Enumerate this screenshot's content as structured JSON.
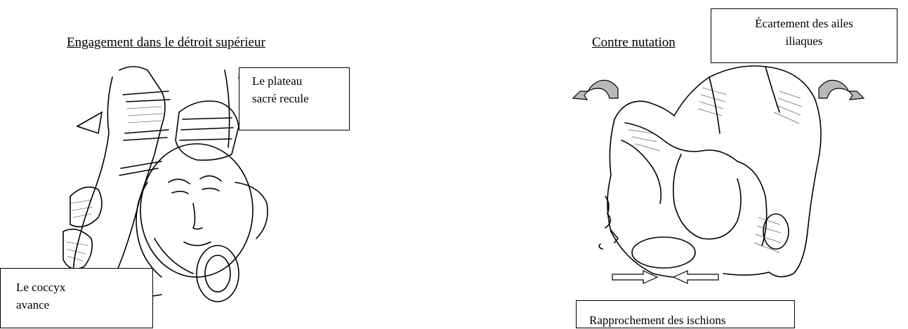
{
  "left_figure": {
    "title": "Engagement dans le détroit supérieur",
    "label_top": [
      "Le plateau",
      "sacré recule"
    ],
    "label_bottom": [
      "Le coccyx",
      "avance"
    ]
  },
  "right_figure": {
    "title": "Contre nutation",
    "label_top": [
      "Écartement des ailes",
      "iliaques"
    ],
    "label_bottom": "Rapprochement des ischions"
  },
  "colors": {
    "ink": "#000000",
    "arrow_fill_grey": "#b8b8b8",
    "arrow_fill_white": "#ffffff"
  },
  "icons": [
    "curved-arrow-left-icon",
    "curved-arrow-right-icon",
    "arrow-right-icon",
    "arrow-left-icon"
  ]
}
